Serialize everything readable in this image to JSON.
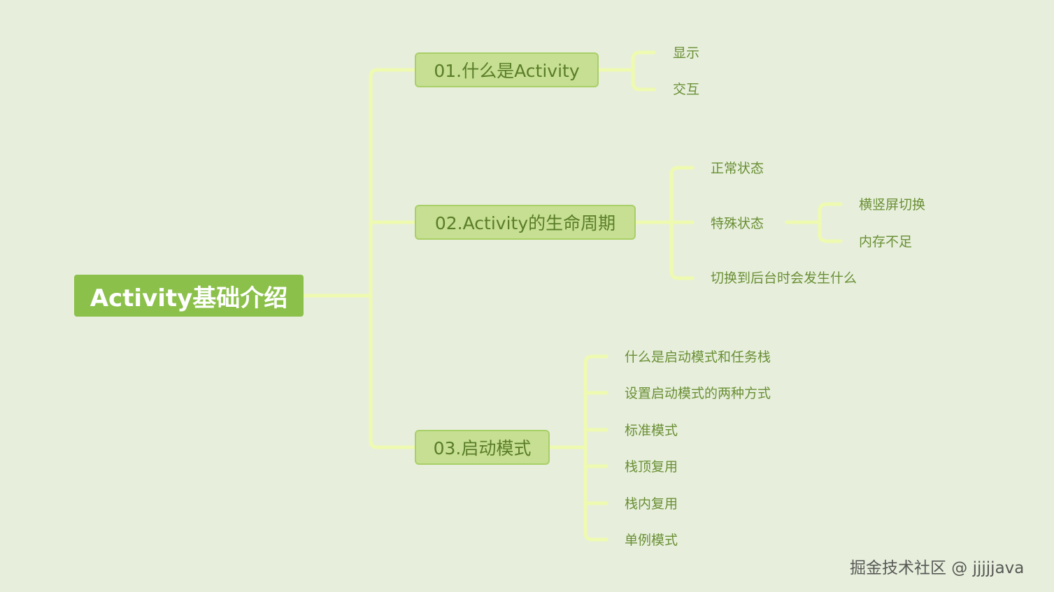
{
  "root": {
    "label": "Activity基础介绍"
  },
  "branches": [
    {
      "label": "01.什么是Activity",
      "children": [
        {
          "label": "显示"
        },
        {
          "label": "交互"
        }
      ]
    },
    {
      "label": "02.Activity的生命周期",
      "children": [
        {
          "label": "正常状态"
        },
        {
          "label": "特殊状态",
          "children": [
            {
              "label": "横竖屏切换"
            },
            {
              "label": "内存不足"
            }
          ]
        },
        {
          "label": "切换到后台时会发生什么"
        }
      ]
    },
    {
      "label": "03.启动模式",
      "children": [
        {
          "label": "什么是启动模式和任务栈"
        },
        {
          "label": "设置启动模式的两种方式"
        },
        {
          "label": "标准模式"
        },
        {
          "label": "栈顶复用"
        },
        {
          "label": "栈内复用"
        },
        {
          "label": "单例模式"
        }
      ]
    }
  ],
  "watermark": "掘金技术社区 @ jjjjjava",
  "colors": {
    "background": "#e7efdc",
    "root_fill": "#8bc04a",
    "branch_fill": "#c6df92",
    "branch_border": "#a9cf68",
    "connector": "#eefab0",
    "leaf_text": "#6a8f35"
  }
}
